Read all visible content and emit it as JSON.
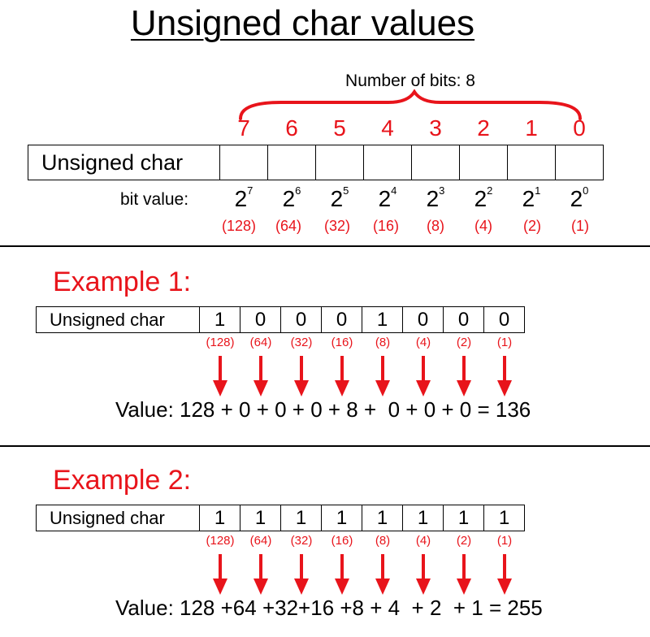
{
  "title": "Unsigned char values",
  "bits_label": "Number of bits: 8",
  "bit_numbers": [
    "7",
    "6",
    "5",
    "4",
    "3",
    "2",
    "1",
    "0"
  ],
  "main_row": {
    "label": "Unsigned char",
    "bit_value_label": "bit value:",
    "powers": [
      {
        "base": "2",
        "exp": "7"
      },
      {
        "base": "2",
        "exp": "6"
      },
      {
        "base": "2",
        "exp": "5"
      },
      {
        "base": "2",
        "exp": "4"
      },
      {
        "base": "2",
        "exp": "3"
      },
      {
        "base": "2",
        "exp": "2"
      },
      {
        "base": "2",
        "exp": "1"
      },
      {
        "base": "2",
        "exp": "0"
      }
    ],
    "weights": [
      "(128)",
      "(64)",
      "(32)",
      "(16)",
      "(8)",
      "(4)",
      "(2)",
      "(1)"
    ]
  },
  "examples": [
    {
      "title": "Example 1:",
      "label": "Unsigned char",
      "bits": [
        "1",
        "0",
        "0",
        "0",
        "1",
        "0",
        "0",
        "0"
      ],
      "weights": [
        "(128)",
        "(64)",
        "(32)",
        "(16)",
        "(8)",
        "(4)",
        "(2)",
        "(1)"
      ],
      "value": "Value: 128 + 0 + 0 + 0 + 8 +  0 + 0 + 0 = 136"
    },
    {
      "title": "Example 2:",
      "label": "Unsigned char",
      "bits": [
        "1",
        "1",
        "1",
        "1",
        "1",
        "1",
        "1",
        "1"
      ],
      "weights": [
        "(128)",
        "(64)",
        "(32)",
        "(16)",
        "(8)",
        "(4)",
        "(2)",
        "(1)"
      ],
      "value": "Value: 128 +64 +32+16 +8 + 4  + 2  + 1 = 255"
    }
  ],
  "colors": {
    "accent": "#e8141b",
    "ink": "#000000",
    "background": "#ffffff"
  },
  "icons": {
    "arrow": "down-arrow-icon",
    "brace": "curly-brace-icon"
  }
}
